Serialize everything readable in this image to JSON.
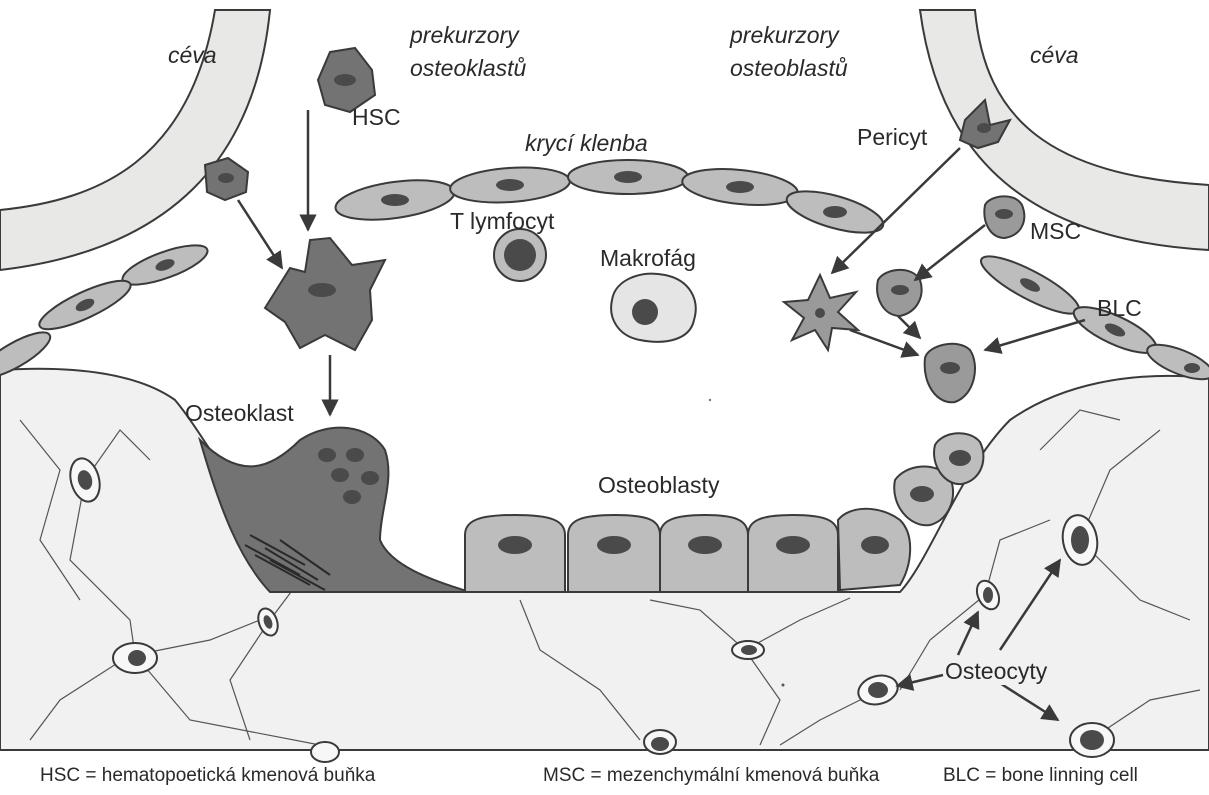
{
  "labels": {
    "ceva_left": "céva",
    "ceva_right": "céva",
    "prek_oc_1": "prekurzory",
    "prek_oc_2": "osteoklastů",
    "prek_ob_1": "prekurzory",
    "prek_ob_2": "osteoblastů",
    "hsc": "HSC",
    "kryci_klenba": "krycí  klenba",
    "pericyt": "Pericyt",
    "t_lymfocyt": "T lymfocyt",
    "makrofag": "Makrofág",
    "msc": "MSC",
    "blc": "BLC",
    "osteoklast": "Osteoklast",
    "osteoblasty": "Osteoblasty",
    "osteocyty": "Osteocyty"
  },
  "legend": {
    "hsc": "HSC = hematopoetická kmenová buňka",
    "msc": "MSC = mezenchymální kmenová buňka",
    "blc": "BLC = bone linning cell"
  },
  "colors": {
    "vessel": "#e8e8e6",
    "cell": "#bdbdbd",
    "dark_cell": "#737373",
    "nucleus": "#4a4a4a",
    "bone": "#f1f1f1",
    "outline": "#3a3a3a"
  }
}
